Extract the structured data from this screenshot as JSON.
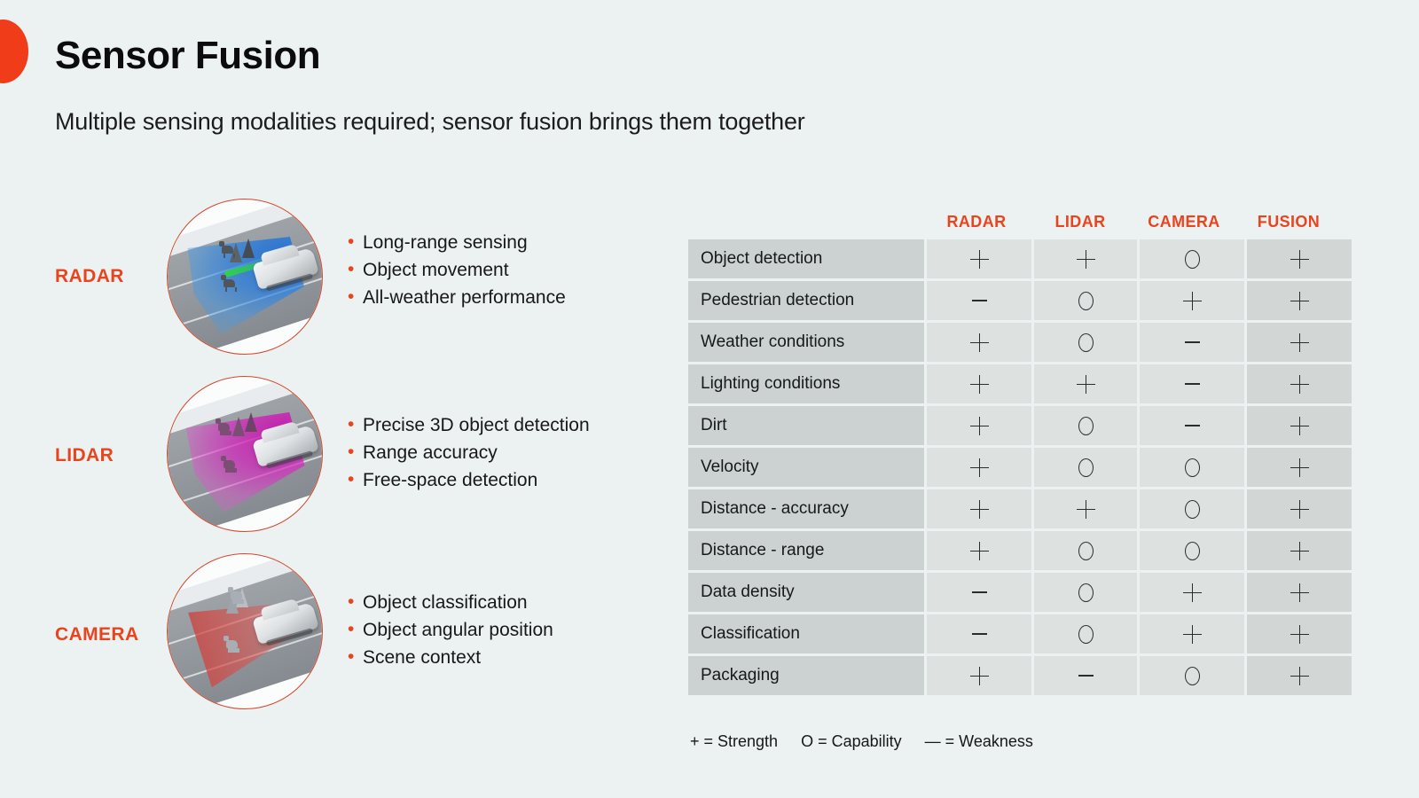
{
  "header": {
    "title": "Sensor Fusion",
    "subtitle": "Multiple sensing modalities required; sensor fusion brings them together",
    "accent_color": "#f03c18"
  },
  "sensors": [
    {
      "label": "RADAR",
      "image_alt": "radar-sensing-illustration",
      "bullets": [
        "Long-range sensing",
        "Object movement",
        "All-weather performance"
      ]
    },
    {
      "label": "LIDAR",
      "image_alt": "lidar-sensing-illustration",
      "bullets": [
        "Precise 3D object detection",
        "Range accuracy",
        "Free-space detection"
      ]
    },
    {
      "label": "CAMERA",
      "image_alt": "camera-sensing-illustration",
      "bullets": [
        "Object classification",
        "Object angular position",
        "Scene context"
      ]
    }
  ],
  "chart_data": {
    "type": "table",
    "title": "",
    "columns": [
      "RADAR",
      "LIDAR",
      "CAMERA",
      "FUSION"
    ],
    "row_header": "",
    "rows": [
      {
        "criterion": "Object detection",
        "values": [
          "+",
          "+",
          "O",
          "+"
        ]
      },
      {
        "criterion": "Pedestrian detection",
        "values": [
          "—",
          "O",
          "+",
          "+"
        ]
      },
      {
        "criterion": "Weather conditions",
        "values": [
          "+",
          "O",
          "—",
          "+"
        ]
      },
      {
        "criterion": "Lighting conditions",
        "values": [
          "+",
          "+",
          "—",
          "+"
        ]
      },
      {
        "criterion": "Dirt",
        "values": [
          "+",
          "O",
          "—",
          "+"
        ]
      },
      {
        "criterion": "Velocity",
        "values": [
          "+",
          "O",
          "O",
          "+"
        ]
      },
      {
        "criterion": "Distance - accuracy",
        "values": [
          "+",
          "+",
          "O",
          "+"
        ]
      },
      {
        "criterion": "Distance - range",
        "values": [
          "+",
          "O",
          "O",
          "+"
        ]
      },
      {
        "criterion": "Data density",
        "values": [
          "—",
          "O",
          "+",
          "+"
        ]
      },
      {
        "criterion": "Classification",
        "values": [
          "—",
          "O",
          "+",
          "+"
        ]
      },
      {
        "criterion": "Packaging",
        "values": [
          "+",
          "—",
          "O",
          "+"
        ]
      }
    ],
    "legend": [
      "+ = Strength",
      "O = Capability",
      "— = Weakness"
    ],
    "header_color": "#e8451f",
    "label_cell_color": "#ccd2d2",
    "value_cell_color": "#dde1e0",
    "fusion_cell_color": "#d2d7d6"
  }
}
